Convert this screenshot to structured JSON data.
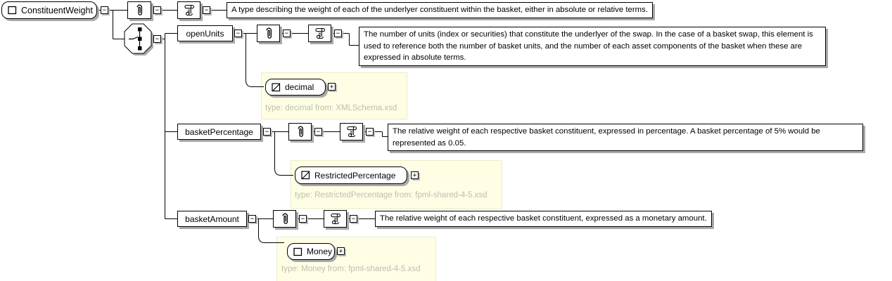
{
  "colors": {
    "highlight_bg": "#fffee4",
    "box_shadow": "#a9a9a9",
    "note_text": "#bdbdb1",
    "line": "#000000"
  },
  "glyphs": {
    "collapse": "−",
    "expand": "+"
  },
  "root": {
    "label": "ConstituentWeight",
    "doc": "A type describing the weight of each of the underlyer constituent within the basket, either in absolute or relative terms."
  },
  "compositor": {
    "kind": "choice"
  },
  "children": [
    {
      "name": "openUnits",
      "doc": "The number of units (index or securities) that constitute the underlyer of the swap. In the case of a basket swap, this element is used to reference both the number of basket units, and the number of each asset components of the basket when these are expressed in absolute terms.",
      "type": {
        "label": "decimal",
        "kind": "simpleType",
        "note": "type: decimal from: XMLSchema.xsd"
      }
    },
    {
      "name": "basketPercentage",
      "doc": "The relative weight of each respective basket constituent, expressed in percentage. A basket percentage of 5% would be represented as 0.05.",
      "type": {
        "label": "RestrictedPercentage",
        "kind": "simpleType",
        "note": "type: RestrictedPercentage from: fpml-shared-4-5.xsd"
      }
    },
    {
      "name": "basketAmount",
      "doc": "The relative weight of each respective basket constituent, expressed as a monetary amount.",
      "type": {
        "label": "Money",
        "kind": "complexType",
        "note": "type: Money from: fpml-shared-4-5.xsd"
      }
    }
  ]
}
